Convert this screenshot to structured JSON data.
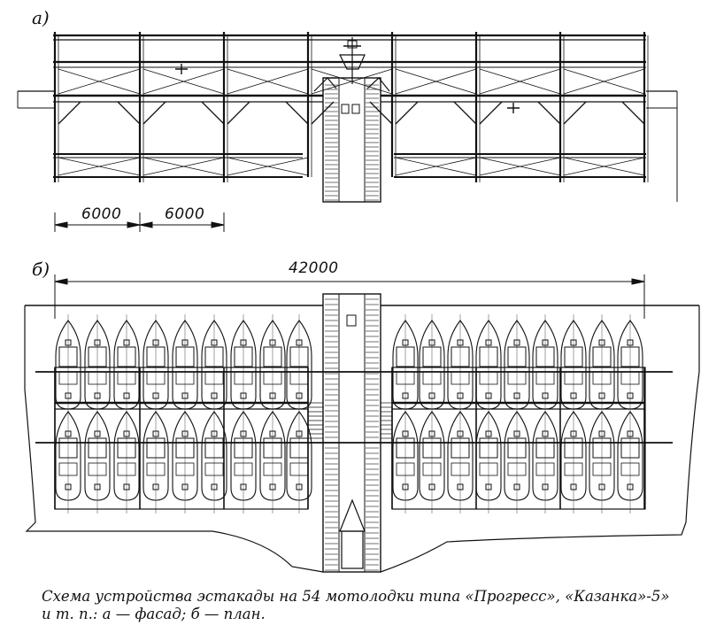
{
  "facade": {
    "label": "а)",
    "dim_left": "6000",
    "dim_right": "6000"
  },
  "plan": {
    "label": "б)",
    "dim_total": "42000"
  },
  "caption": {
    "line1": "Схема устройства эстакады на 54 мотолодки типа «Прогресс», «Казанка»-5»",
    "line2": "и т. п.: а — фасад; б — план."
  },
  "ink": "#111111"
}
